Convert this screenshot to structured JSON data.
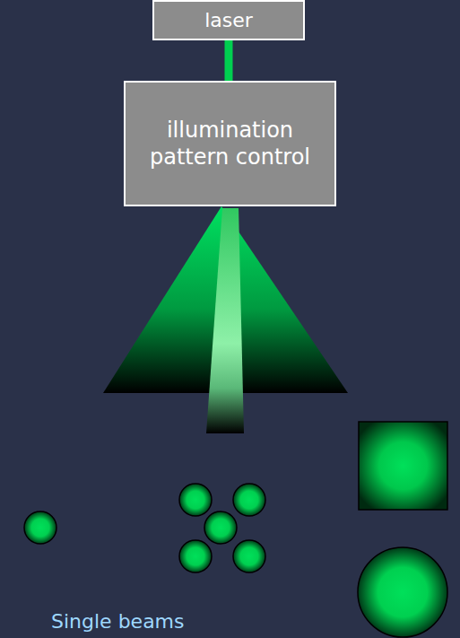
{
  "diagram": {
    "nodes": [
      {
        "text": [
          "laser"
        ]
      },
      {
        "text": [
          "illumination pattern control"
        ]
      }
    ],
    "edges": [
      {
        "from": 0,
        "to": 1,
        "arrow": "none"
      }
    ],
    "labels": [
      "Single beams"
    ]
  }
}
